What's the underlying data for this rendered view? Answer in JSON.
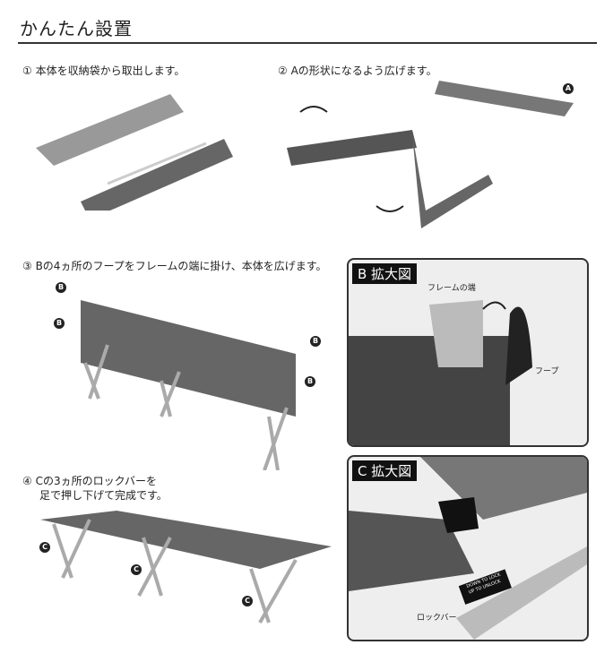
{
  "title": "かんたん設置",
  "steps": [
    {
      "text": "① 本体を収納袋から取出します。"
    },
    {
      "text": "② Aの形状になるよう広げます。"
    },
    {
      "text": "③ Bの4ヵ所のフープをフレームの端に掛け、本体を広げます。"
    },
    {
      "text_line1": "④ Cの3ヵ所のロックバーを",
      "text_line2": "足で押し下げて完成です。"
    }
  ],
  "markers": {
    "a": "A",
    "b": "B",
    "c": "C"
  },
  "panel_b": {
    "title": "B 拡大図",
    "frame_end": "フレームの端",
    "hoop": "フープ"
  },
  "panel_c": {
    "title": "C 拡大図",
    "lock_bar": "ロックバー",
    "lock_text_1": "DOWN TO LOCK",
    "lock_text_2": "UP TO UNLOCK"
  }
}
